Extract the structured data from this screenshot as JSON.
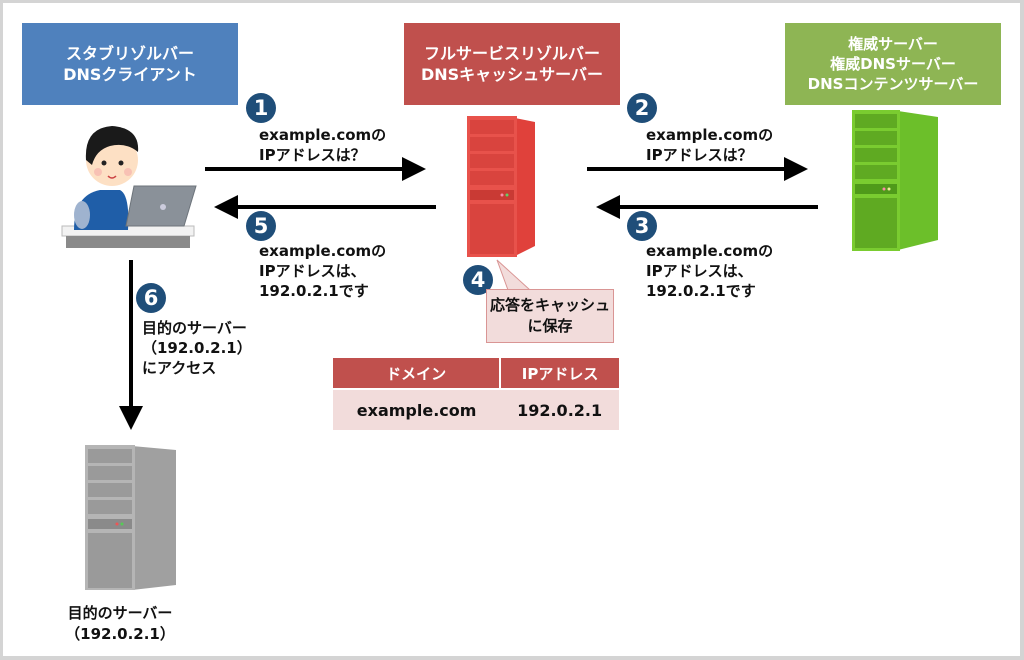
{
  "nodes": {
    "stub_resolver": {
      "lines": [
        "スタブリゾルバー",
        "DNSクライアント"
      ],
      "color": "#4f81bd"
    },
    "full_resolver": {
      "lines": [
        "フルサービスリゾルバー",
        "DNSキャッシュサーバー"
      ],
      "color": "#c0504d"
    },
    "authoritative": {
      "lines": [
        "権威サーバー",
        "権威DNSサーバー",
        "DNSコンテンツサーバー"
      ],
      "color": "#8eb554"
    },
    "target_server": {
      "lines": [
        "目的のサーバー",
        "（192.0.2.1）"
      ]
    }
  },
  "steps": [
    {
      "number": "1",
      "lines": [
        "example.comの",
        "IPアドレスは？"
      ]
    },
    {
      "number": "2",
      "lines": [
        "example.comの",
        "IPアドレスは？"
      ]
    },
    {
      "number": "3",
      "lines": [
        "example.comの",
        "IPアドレスは、",
        "192.0.2.1です"
      ]
    },
    {
      "number": "4",
      "lines": [
        "応答をキャッシュ",
        "に保存"
      ]
    },
    {
      "number": "5",
      "lines": [
        "example.comの",
        "IPアドレスは、",
        "192.0.2.1です"
      ]
    },
    {
      "number": "6",
      "lines": [
        "目的のサーバー",
        "（192.0.2.1）",
        "にアクセス"
      ]
    }
  ],
  "cache_table": {
    "headers": [
      "ドメイン",
      "IPアドレス"
    ],
    "rows": [
      [
        "example.com",
        "192.0.2.1"
      ]
    ]
  },
  "colors": {
    "badge": "#1f4e79",
    "arrow": "#000000",
    "callout_bg": "#f2dcdb"
  }
}
